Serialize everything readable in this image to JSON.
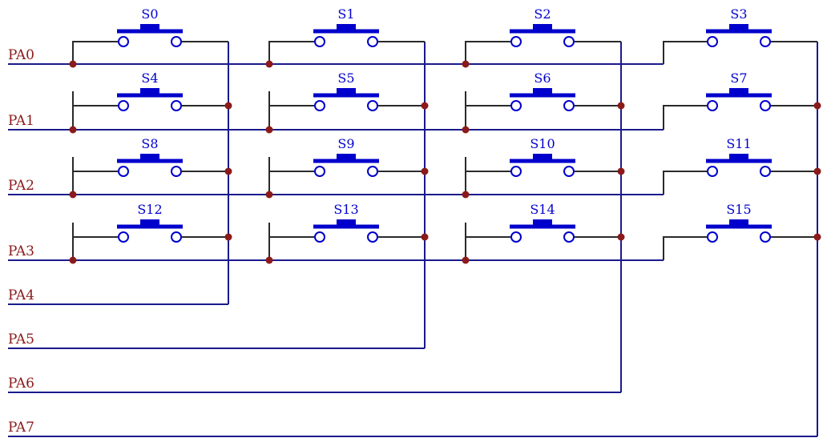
{
  "ports": [
    "PA0",
    "PA1",
    "PA2",
    "PA3",
    "PA4",
    "PA5",
    "PA6",
    "PA7"
  ],
  "switches": [
    [
      "S0",
      "S1",
      "S2",
      "S3"
    ],
    [
      "S4",
      "S5",
      "S6",
      "S7"
    ],
    [
      "S8",
      "S9",
      "S10",
      "S11"
    ],
    [
      "S12",
      "S13",
      "S14",
      "S15"
    ]
  ],
  "colors": {
    "wire": "#1a1a8c",
    "switch": "#0000cc",
    "junction": "#8b1a1a",
    "label": "#8b1a1a"
  }
}
